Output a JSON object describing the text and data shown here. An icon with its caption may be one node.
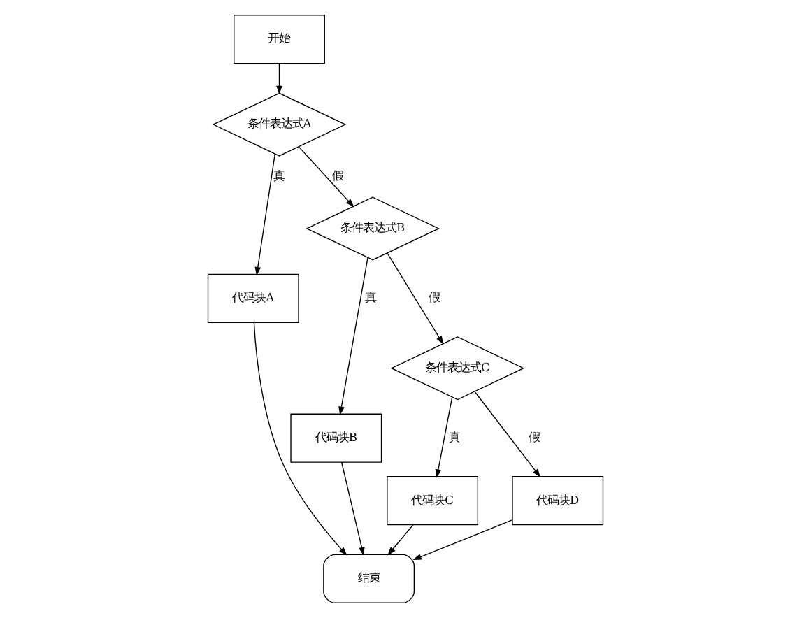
{
  "diagram": {
    "nodes": [
      {
        "text": [
          "开始"
        ]
      },
      {
        "text": [
          "条件表达式A"
        ]
      },
      {
        "text": [
          "代码块A"
        ]
      },
      {
        "text": [
          "条件表达式B"
        ]
      },
      {
        "text": [
          "代码块B"
        ]
      },
      {
        "text": [
          "条件表达式C"
        ]
      },
      {
        "text": [
          "代码块C"
        ]
      },
      {
        "text": [
          "代码块D"
        ]
      },
      {
        "text": [
          "结束"
        ]
      }
    ],
    "edges": [
      {
        "from": 0,
        "to": 1,
        "arrow": "to"
      },
      {
        "from": 1,
        "to": 2,
        "arrow": "to",
        "label": "真"
      },
      {
        "from": 1,
        "to": 3,
        "arrow": "to",
        "label": "假"
      },
      {
        "from": 3,
        "to": 4,
        "arrow": "to",
        "label": "真"
      },
      {
        "from": 3,
        "to": 5,
        "arrow": "to",
        "label": "假"
      },
      {
        "from": 5,
        "to": 6,
        "arrow": "to",
        "label": "真"
      },
      {
        "from": 5,
        "to": 7,
        "arrow": "to",
        "label": "假"
      },
      {
        "from": 2,
        "to": 8,
        "arrow": "to"
      },
      {
        "from": 4,
        "to": 8,
        "arrow": "to"
      },
      {
        "from": 6,
        "to": 8,
        "arrow": "to"
      },
      {
        "from": 7,
        "to": 8,
        "arrow": "to"
      }
    ]
  }
}
